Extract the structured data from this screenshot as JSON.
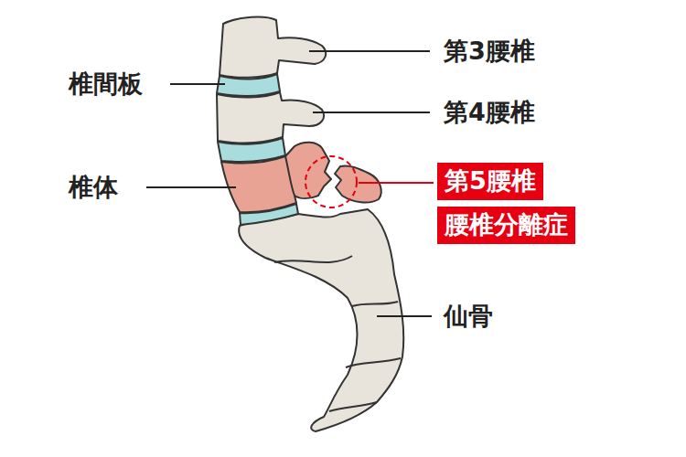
{
  "diagram": {
    "nodes": [
      {
        "text": [
          "第5腰椎"
        ]
      },
      {
        "text": [
          "腰椎分離症"
        ]
      }
    ],
    "labels": [
      "第3腰椎",
      "第4腰椎",
      "椎間板",
      "椎体",
      "仙骨"
    ]
  }
}
